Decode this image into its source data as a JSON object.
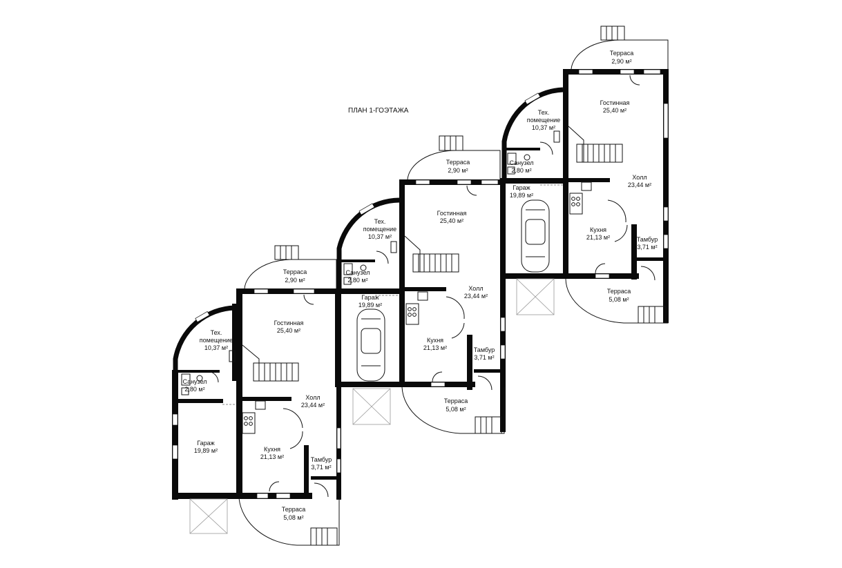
{
  "plan_title": "ПЛАН 1-ГОЭТАЖА",
  "units": [
    {
      "rooms": {
        "terrace_top": {
          "name": "Терраса",
          "area": "2,90 м²"
        },
        "tech": {
          "name": "Тех.",
          "name2": "помещение",
          "area": "10,37 м²"
        },
        "living": {
          "name": "Гостинная",
          "area": "25,40 м²"
        },
        "bath": {
          "name": "Санузел",
          "area": "2,80 м²"
        },
        "hall": {
          "name": "Холл",
          "area": "23,44 м²"
        },
        "garage": {
          "name": "Гараж",
          "area": "19,89 м²"
        },
        "kitchen": {
          "name": "Кухня",
          "area": "21,13 м²"
        },
        "vestibule": {
          "name": "Тамбур",
          "area": "3,71 м²"
        },
        "terrace_bottom": {
          "name": "Терраса",
          "area": "5,08 м²"
        }
      }
    },
    {
      "rooms": {
        "terrace_top": {
          "name": "Терраса",
          "area": "2,90 м²"
        },
        "tech": {
          "name": "Тех.",
          "name2": "помещение",
          "area": "10,37 м²"
        },
        "living": {
          "name": "Гостинная",
          "area": "25,40 м²"
        },
        "bath": {
          "name": "Санузел",
          "area": "2,80 м²"
        },
        "hall": {
          "name": "Холл",
          "area": "23,44 м²"
        },
        "garage": {
          "name": "Гараж",
          "area": "19,89 м²"
        },
        "kitchen": {
          "name": "Кухня",
          "area": "21,13 м²"
        },
        "vestibule": {
          "name": "Тамбур",
          "area": "3,71 м²"
        },
        "terrace_bottom": {
          "name": "Терраса",
          "area": "5,08 м²"
        }
      }
    },
    {
      "rooms": {
        "terrace_top": {
          "name": "Терраса",
          "area": "2,90 м²"
        },
        "tech": {
          "name": "Тех.",
          "name2": "помещение",
          "area": "10,37 м²"
        },
        "living": {
          "name": "Гостинная",
          "area": "25,40 м²"
        },
        "bath": {
          "name": "Санузел",
          "area": "2,80 м²"
        },
        "hall": {
          "name": "Холл",
          "area": "23,44 м²"
        },
        "garage": {
          "name": "Гараж",
          "area": "19,89 м²"
        },
        "kitchen": {
          "name": "Кухня",
          "area": "21,13 м²"
        },
        "vestibule": {
          "name": "Тамбур",
          "area": "3,71 м²"
        },
        "terrace_bottom": {
          "name": "Терраса",
          "area": "5,08 м²"
        }
      }
    }
  ]
}
